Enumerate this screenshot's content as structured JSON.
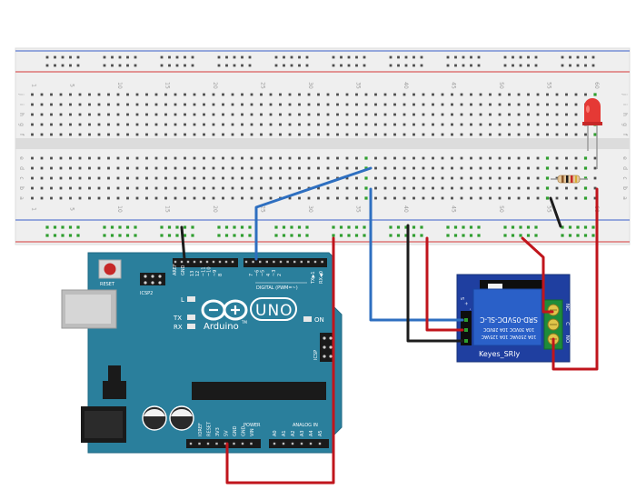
{
  "breadboard": {
    "columns": 60,
    "column_number_labels": [
      "1",
      "5",
      "10",
      "15",
      "20",
      "25",
      "30",
      "35",
      "40",
      "45",
      "50",
      "55",
      "60"
    ],
    "top_row_letters": [
      "j",
      "i",
      "h",
      "g",
      "f"
    ],
    "bottom_row_letters": [
      "e",
      "d",
      "c",
      "b",
      "a"
    ]
  },
  "arduino": {
    "reset_label": "RESET",
    "icsp2_label": "ICSP2",
    "logo_text": "Arduino",
    "logo_tm": "TM",
    "model_label": "UNO",
    "led_l": "L",
    "led_tx": "TX",
    "led_rx": "RX",
    "on_label": "ON",
    "digital_label": "DIGITAL (PWM=~)",
    "tx_label": "TX▶1",
    "rx_label": "RX◀0",
    "aref_label": "AREF",
    "gnd_label": "GND",
    "digital_pins": [
      "13",
      "12",
      "~11",
      "~10",
      "~9",
      "8",
      "7",
      "~6",
      "~5",
      "4",
      "~3",
      "2"
    ],
    "icsp_label": "ICSP",
    "power_label": "POWER",
    "analog_label": "ANALOG IN",
    "power_pins": [
      "IOREF",
      "RESET",
      "3V3",
      "5V",
      "GND",
      "GND",
      "VIN"
    ],
    "analog_pins": [
      "A0",
      "A1",
      "A2",
      "A3",
      "A4",
      "A5"
    ]
  },
  "relay": {
    "spec_line1": "SRD-05VDC-SL-C",
    "spec_line2": "10A 30VDC 10A 28VDC",
    "spec_line3": "10A 250VAC 10A 125VAC",
    "name": "Keyes_SRly",
    "input_pins": [
      "S",
      "+",
      "-"
    ],
    "output_pins": [
      "NC",
      "C",
      "NO"
    ]
  },
  "wire_colors": {
    "blue": "#2e6fc0",
    "red": "#c0151c",
    "black": "#1c1c1c",
    "green_hole": "#2f9e2f"
  }
}
